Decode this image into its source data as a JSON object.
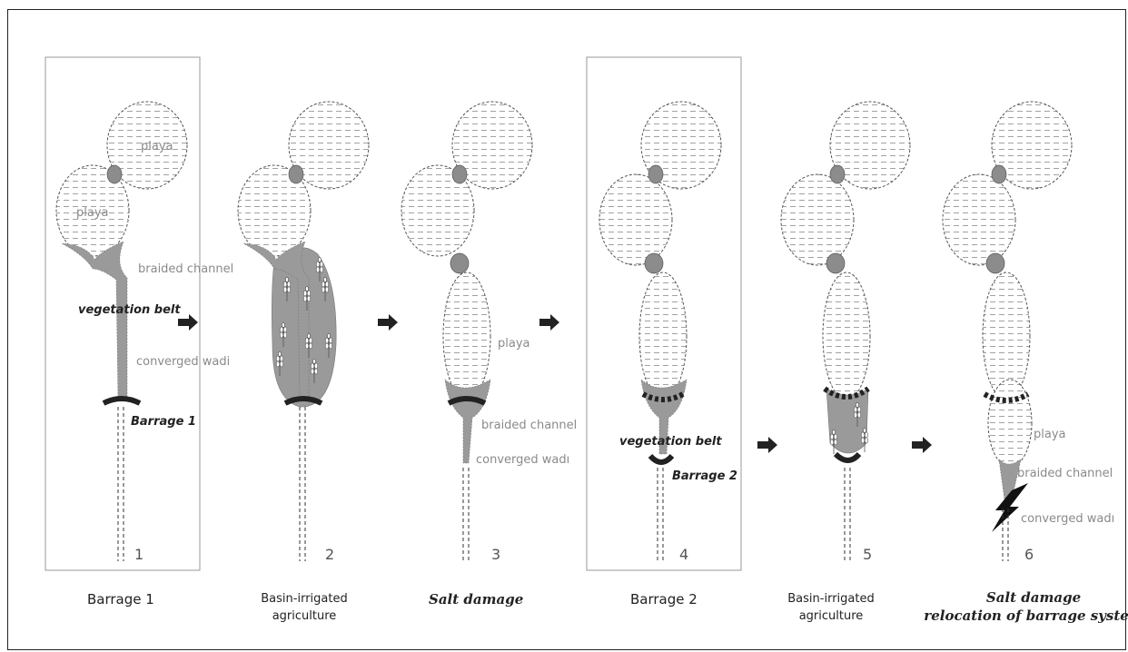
{
  "panels": [
    {
      "number": "1",
      "caption_lines": [
        "Barrage 1"
      ],
      "caption_style": "sans"
    },
    {
      "number": "2",
      "caption_lines": [
        "Basin-irrigated",
        "agriculture"
      ],
      "caption_style": "sans-small"
    },
    {
      "number": "3",
      "caption_lines": [
        "Salt damage"
      ],
      "caption_style": "serif-italic"
    },
    {
      "number": "4",
      "caption_lines": [
        "Barrage 2"
      ],
      "caption_style": "sans"
    },
    {
      "number": "5",
      "caption_lines": [
        "Basin-irrigated",
        "agriculture"
      ],
      "caption_style": "sans-small"
    },
    {
      "number": "6",
      "caption_lines": [
        "Salt damage",
        "relocation of barrage system"
      ],
      "caption_style": "serif-italic"
    }
  ],
  "labels": {
    "playa": "playa",
    "braided_channel": "braided channel",
    "vegetation_belt": "vegetation belt",
    "converged_wadi": "converged wadi",
    "converged_wadi_alt": "converged wadı",
    "barrage_1": "Barrage 1",
    "barrage_2": "Barrage 2"
  },
  "colors": {
    "channel": "#9a9a9a",
    "vegetation": "#999999",
    "outline": "#222222"
  }
}
